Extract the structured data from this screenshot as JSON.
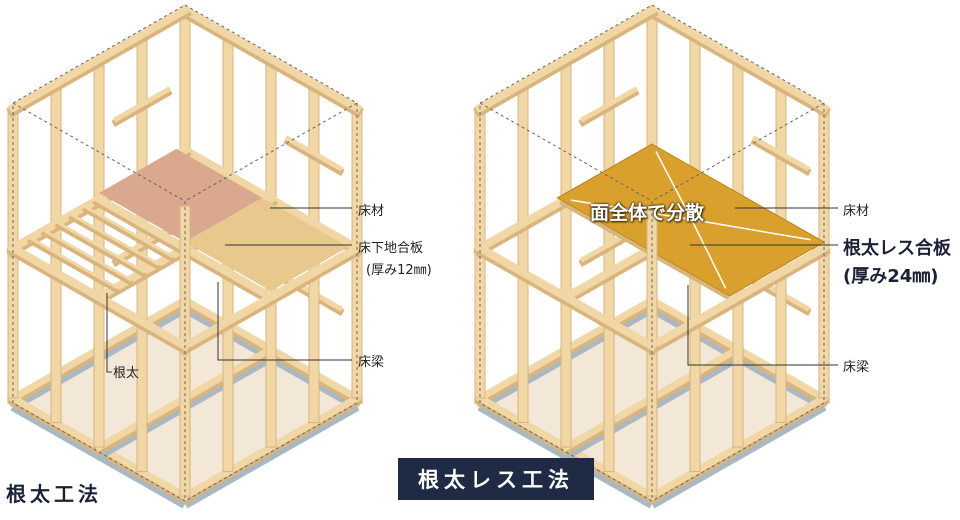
{
  "left_diagram": {
    "title": "根太工法",
    "labels": {
      "flooring": "床材",
      "subfloor": "床下地合板",
      "subfloor_thickness": "(厚み12㎜)",
      "floor_beam": "床梁",
      "joist": "根太"
    }
  },
  "right_diagram": {
    "title": "根太レス工法",
    "panel_text": "面全体で分散",
    "labels": {
      "flooring": "床材",
      "plywood": "根太レス合板",
      "plywood_thickness": "(厚み24㎜)",
      "floor_beam": "床梁"
    }
  },
  "colors": {
    "wood": "#f1d6a6",
    "wood_shade": "#d9b47c",
    "subfloor_pink": "#d9a88e",
    "plywood_gold": "#d9a02e",
    "title_box": "#1f2a44",
    "sill_blue": "#aab8c4",
    "ground": "#f3e8d8"
  }
}
